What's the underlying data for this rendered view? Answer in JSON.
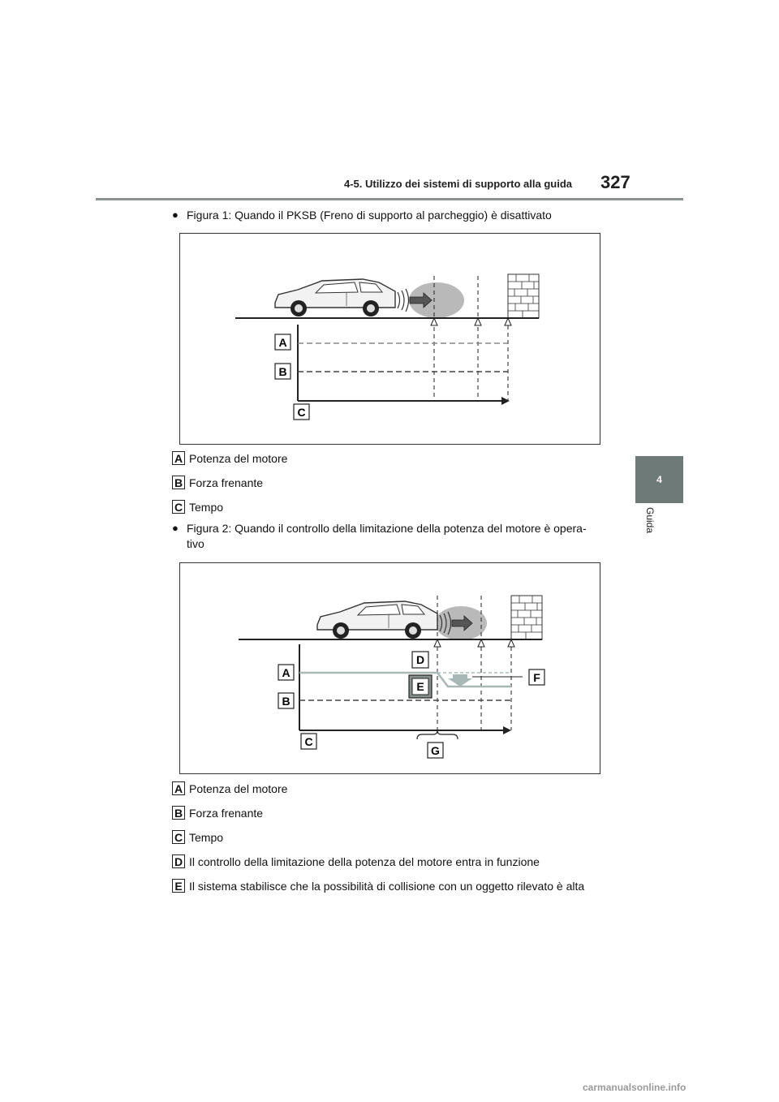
{
  "header": {
    "section_title": "4-5. Utilizzo dei sistemi di supporto alla guida",
    "page_number": "327"
  },
  "side_tab": {
    "chapter_number": "4",
    "chapter_label": "Guida"
  },
  "figure1": {
    "caption": "Figura 1: Quando il PKSB (Freno di supporto al parcheggio) è disattivato",
    "tags": {
      "A": "A",
      "B": "B",
      "C": "C"
    },
    "legend": [
      {
        "key": "A",
        "text": "Potenza del motore"
      },
      {
        "key": "B",
        "text": "Forza frenante"
      },
      {
        "key": "C",
        "text": "Tempo"
      }
    ]
  },
  "figure2": {
    "caption_line1": "Figura 2: Quando il controllo della limitazione della potenza del motore è opera-",
    "caption_line2": "tivo",
    "tags": {
      "A": "A",
      "B": "B",
      "C": "C",
      "D": "D",
      "E": "E",
      "F": "F",
      "G": "G"
    },
    "legend": [
      {
        "key": "A",
        "text": "Potenza del motore"
      },
      {
        "key": "B",
        "text": "Forza frenante"
      },
      {
        "key": "C",
        "text": "Tempo"
      },
      {
        "key": "D",
        "text": "Il controllo della limitazione della potenza del motore entra in funzione"
      },
      {
        "key": "E",
        "text": "Il sistema stabilisce che la possibilità di collisione con un oggetto rilevato è alta"
      }
    ]
  },
  "bullet_glyph": "●",
  "watermark": "carmanualsonline.info"
}
